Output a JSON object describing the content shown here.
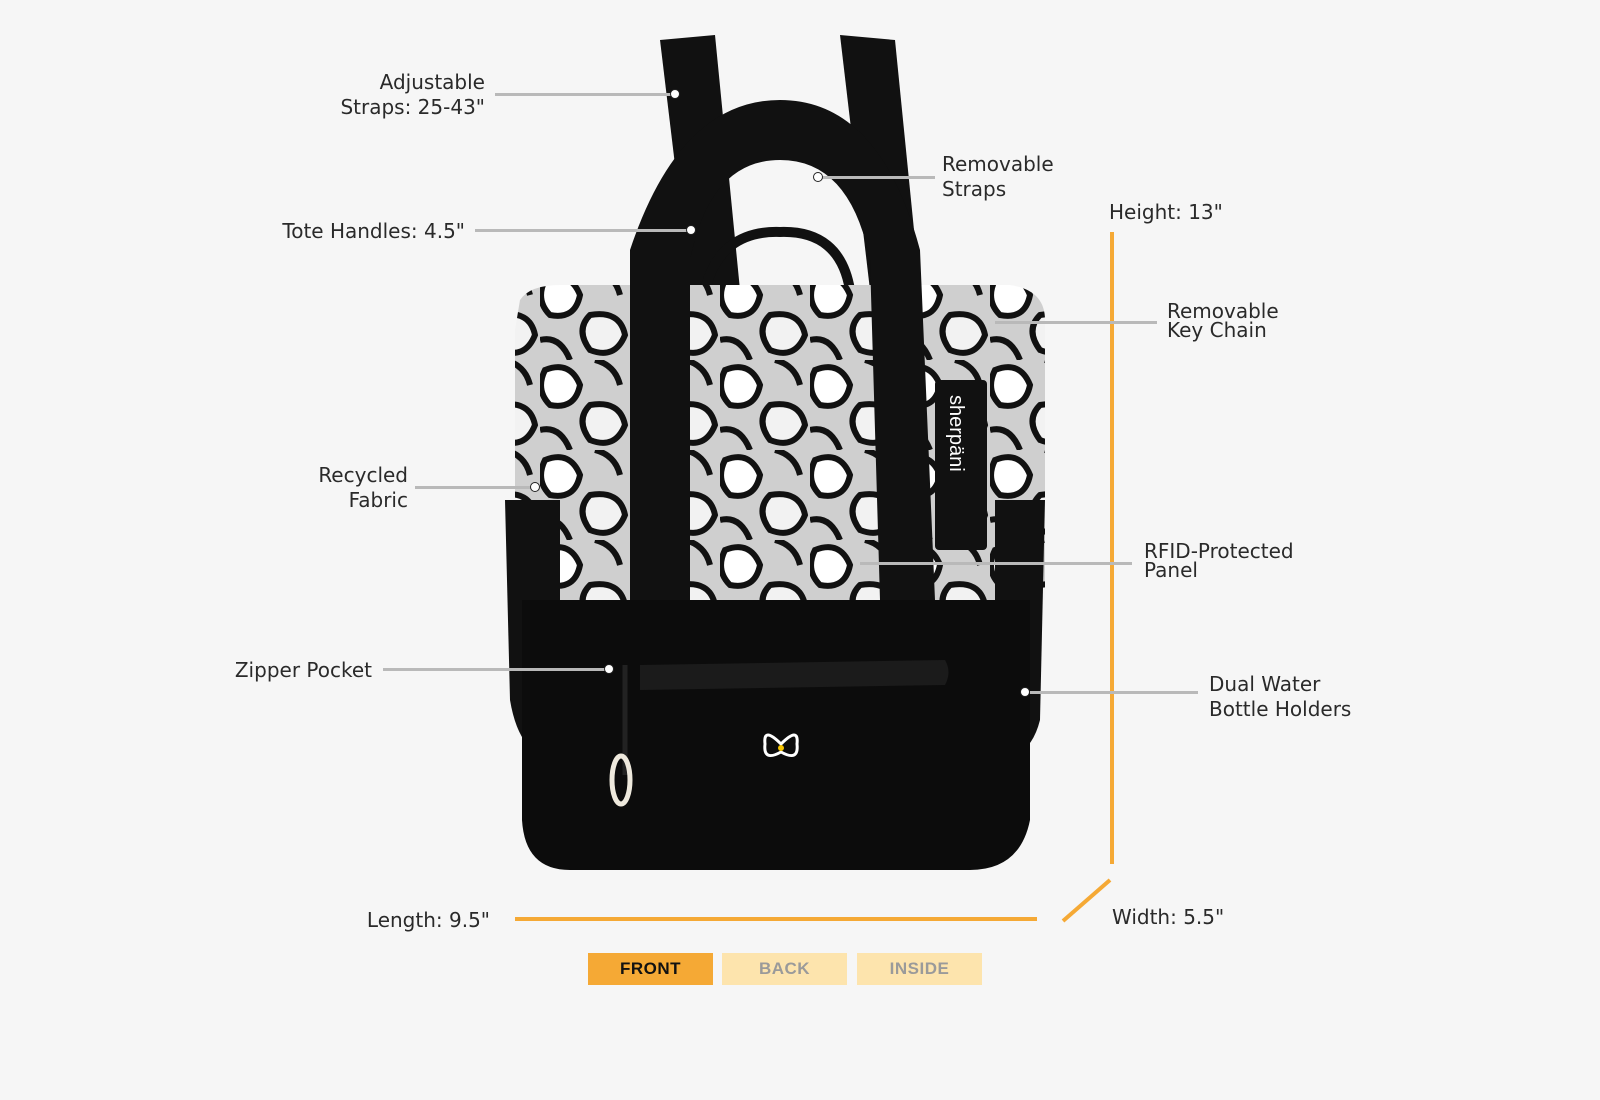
{
  "features": {
    "adjustable_straps": "Adjustable\nStraps: 25-43\"",
    "removable_straps": "Removable\nStraps",
    "tote_handles": "Tote Handles: 4.5\"",
    "height": "Height: 13\"",
    "removable_key_chain": "Removable\nKey Chain",
    "recycled_fabric": "Recycled\nFabric",
    "rfid_panel": "RFID-Protected\nPanel",
    "zipper_pocket": "Zipper Pocket",
    "water_bottle_holders": "Dual Water\nBottle Holders",
    "length": "Length: 9.5\"",
    "width": "Width: 5.5\""
  },
  "brand_tag": "sherpäni",
  "tabs": [
    {
      "label": "FRONT",
      "active": true
    },
    {
      "label": "BACK",
      "active": false
    },
    {
      "label": "INSIDE",
      "active": false
    }
  ],
  "colors": {
    "accent": "#f5a935",
    "tab_inactive": "#fde4ad",
    "tab_inactive_text": "#9a9a9a",
    "background": "#f6f6f6"
  }
}
